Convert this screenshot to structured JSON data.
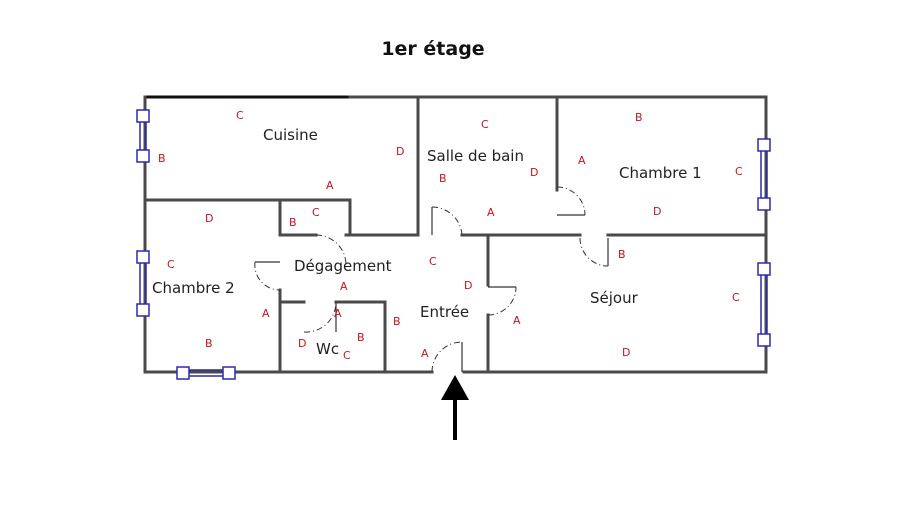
{
  "title": "1er étage",
  "rooms": {
    "cuisine": "Cuisine",
    "salle_de_bain": "Salle de bain",
    "chambre_1": "Chambre 1",
    "chambre_2": "Chambre 2",
    "degagement": "Dégagement",
    "sejour": "Séjour",
    "entree": "Entrée",
    "wc": "Wc"
  },
  "wall_labels": {
    "cuisine": [
      "C",
      "B",
      "D",
      "A"
    ],
    "salle_de_bain": [
      "C",
      "B",
      "D",
      "A"
    ],
    "chambre_1": [
      "B",
      "A",
      "C",
      "D",
      "B"
    ],
    "chambre_2": [
      "D",
      "C",
      "A",
      "B"
    ],
    "degagement": [
      "B",
      "C",
      "A"
    ],
    "entree": [
      "C",
      "D",
      "B",
      "A"
    ],
    "wc": [
      "A",
      "D",
      "B",
      "C"
    ],
    "sejour": [
      "A",
      "C",
      "D"
    ]
  },
  "entrance_arrow": "arrow-up-icon",
  "colors": {
    "wall": "#4a4a4a",
    "label": "#c4151c",
    "window": "#2b2bb0"
  }
}
